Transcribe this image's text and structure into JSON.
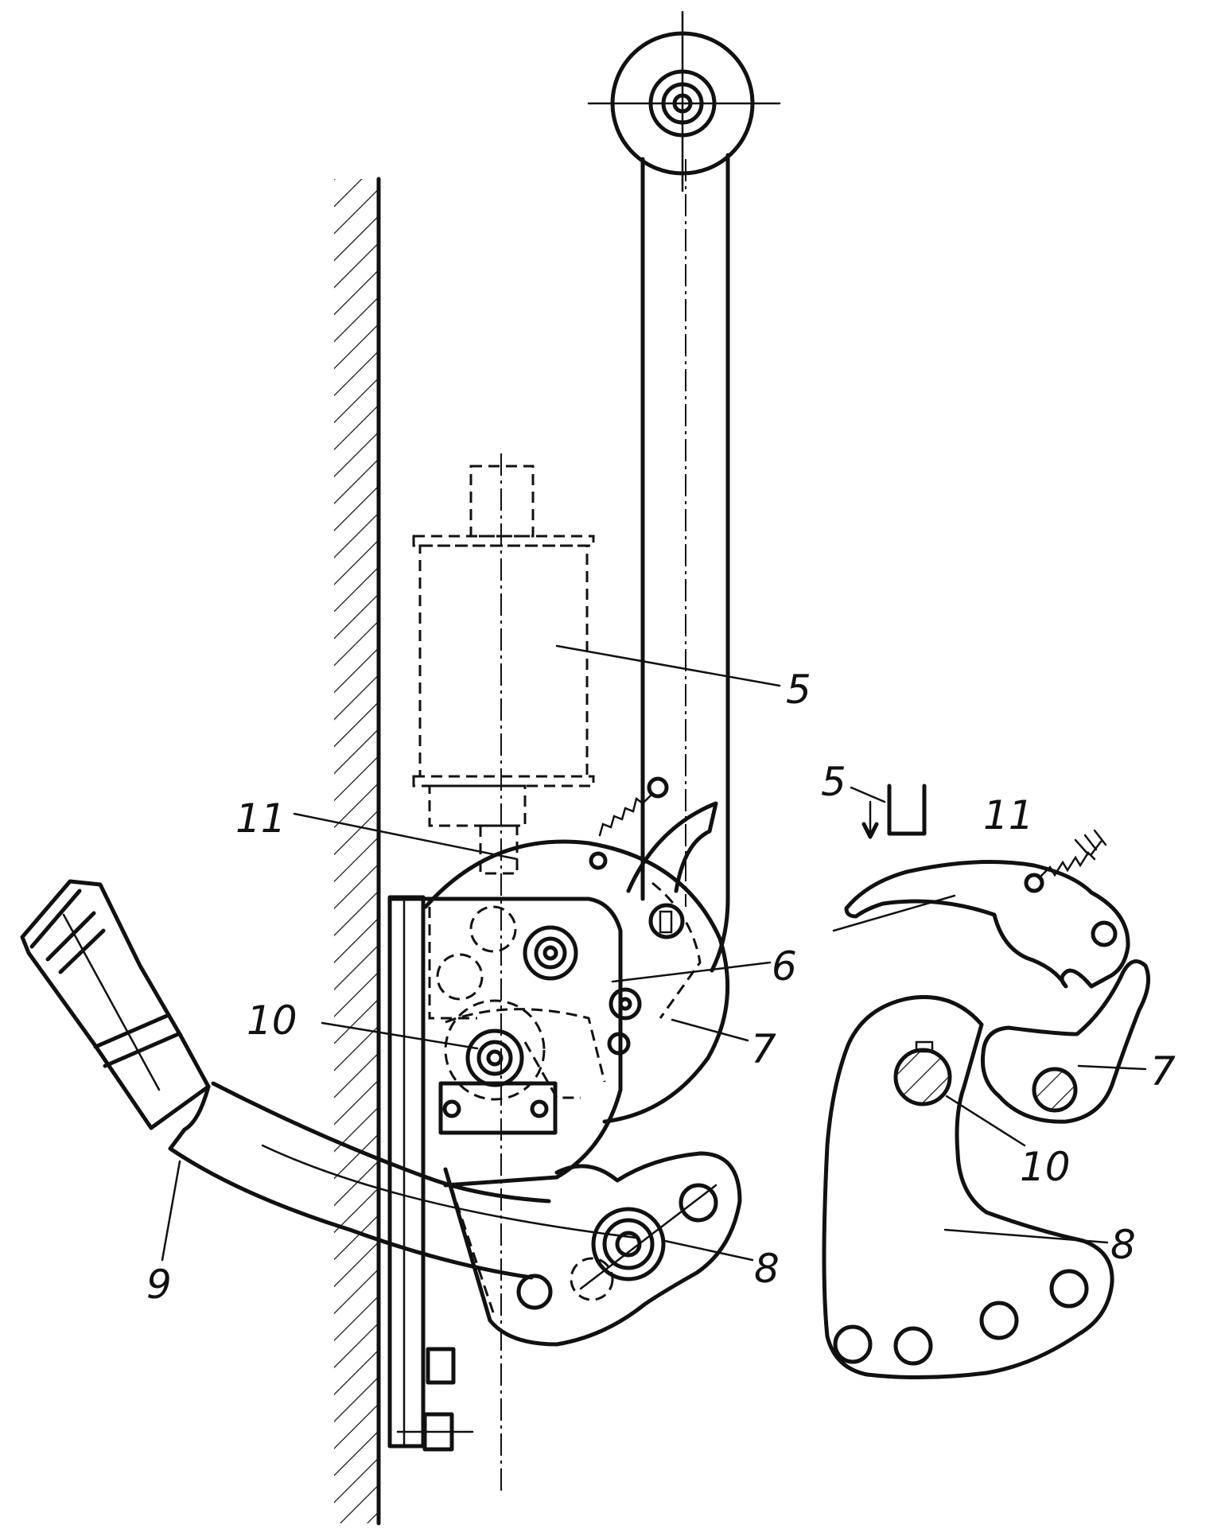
{
  "colors": {
    "ink": "#111111",
    "paper": "#ffffff"
  },
  "labels": {
    "n5": "5",
    "n6": "6",
    "n7": "7",
    "n8": "8",
    "n9": "9",
    "n10": "10",
    "n11": "11",
    "detail_n5": "5",
    "detail_n7": "7",
    "detail_n8": "8",
    "detail_n10": "10",
    "detail_n11": "11"
  }
}
